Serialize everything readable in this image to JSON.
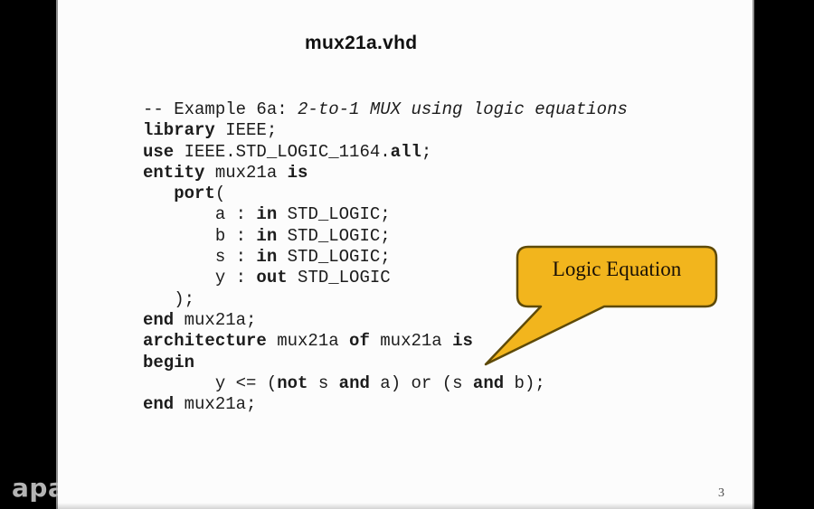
{
  "slide": {
    "title": "mux21a.vhd",
    "page_number": "3"
  },
  "watermark": {
    "text": "apar"
  },
  "colors": {
    "letterbox": "#000000",
    "slide_background": "#fcfcfc",
    "code_text": "#1c1c1c",
    "callout_fill": "#f2b51d",
    "callout_stroke": "#5e4a08",
    "callout_text": "#191006"
  },
  "callout": {
    "label": "Logic Equation"
  },
  "code": {
    "lines": [
      {
        "segments": [
          {
            "t": "-- Example 6a: "
          },
          {
            "t": "2-to-1 MUX using logic equations",
            "i": true
          }
        ]
      },
      {
        "segments": [
          {
            "t": "library",
            "b": true
          },
          {
            "t": " IEEE;"
          }
        ]
      },
      {
        "segments": [
          {
            "t": "use",
            "b": true
          },
          {
            "t": " IEEE.STD_LOGIC_1164."
          },
          {
            "t": "all",
            "b": true
          },
          {
            "t": ";"
          }
        ]
      },
      {
        "segments": [
          {
            "t": "entity",
            "b": true
          },
          {
            "t": " mux21a "
          },
          {
            "t": "is",
            "b": true
          }
        ]
      },
      {
        "segments": [
          {
            "t": "   "
          },
          {
            "t": "port",
            "b": true
          },
          {
            "t": "("
          }
        ]
      },
      {
        "segments": [
          {
            "t": "       a : "
          },
          {
            "t": "in",
            "b": true
          },
          {
            "t": " STD_LOGIC;"
          }
        ]
      },
      {
        "segments": [
          {
            "t": "       b : "
          },
          {
            "t": "in",
            "b": true
          },
          {
            "t": " STD_LOGIC;"
          }
        ]
      },
      {
        "segments": [
          {
            "t": "       s : "
          },
          {
            "t": "in",
            "b": true
          },
          {
            "t": " STD_LOGIC;"
          }
        ]
      },
      {
        "segments": [
          {
            "t": "       y : "
          },
          {
            "t": "out",
            "b": true
          },
          {
            "t": " STD_LOGIC"
          }
        ]
      },
      {
        "segments": [
          {
            "t": "   );"
          }
        ]
      },
      {
        "segments": [
          {
            "t": "end",
            "b": true
          },
          {
            "t": " mux21a;"
          }
        ]
      },
      {
        "segments": [
          {
            "t": "architecture",
            "b": true
          },
          {
            "t": " mux21a "
          },
          {
            "t": "of",
            "b": true
          },
          {
            "t": " mux21a "
          },
          {
            "t": "is",
            "b": true
          }
        ]
      },
      {
        "segments": [
          {
            "t": "begin",
            "b": true
          }
        ]
      },
      {
        "segments": [
          {
            "t": "       y <= ("
          },
          {
            "t": "not",
            "b": true
          },
          {
            "t": " s "
          },
          {
            "t": "and",
            "b": true
          },
          {
            "t": " a) or (s "
          },
          {
            "t": "and",
            "b": true
          },
          {
            "t": " b);"
          }
        ]
      },
      {
        "segments": [
          {
            "t": "end",
            "b": true
          },
          {
            "t": " mux21a;"
          }
        ]
      }
    ]
  }
}
